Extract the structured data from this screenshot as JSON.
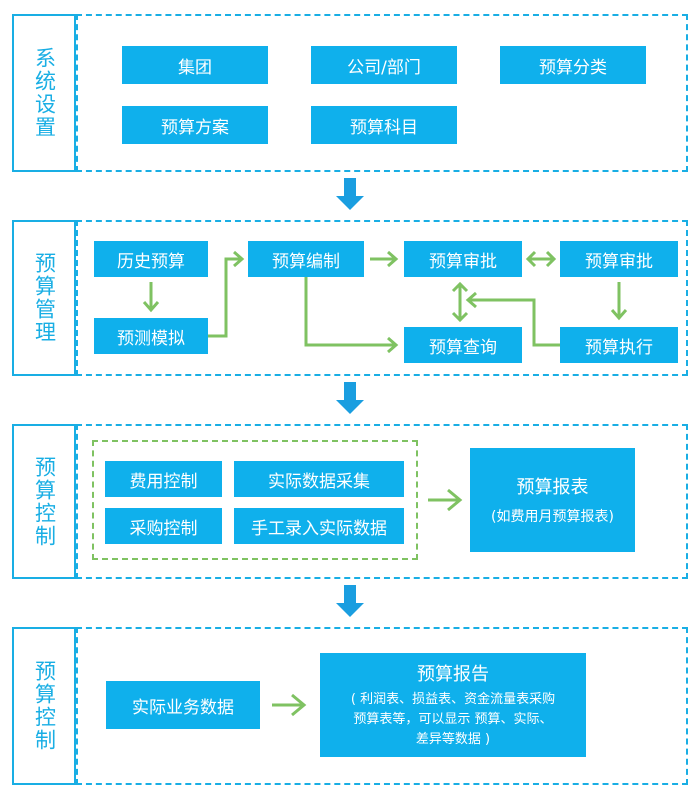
{
  "sections": [
    {
      "label": "系统设置"
    },
    {
      "label": "预算管理"
    },
    {
      "label": "预算控制"
    },
    {
      "label": "预算控制"
    }
  ],
  "setup": {
    "group_label": "集团",
    "company_label": "公司/部门",
    "category_label": "预算分类",
    "plan_label": "预算方案",
    "subject_label": "预算科目"
  },
  "management": {
    "history_label": "历史预算",
    "simulation_label": "预测模拟",
    "compile_label": "预算编制",
    "approve_label": "预算审批",
    "approve2_label": "预算审批",
    "query_label": "预算查询",
    "execute_label": "预算执行"
  },
  "control": {
    "expense_label": "费用控制",
    "actual_collect_label": "实际数据采集",
    "purchase_label": "采购控制",
    "manual_label": "手工录入实际数据",
    "report_title": "预算报表",
    "report_sub": "(如费用月预算报表)"
  },
  "reporting": {
    "business_label": "实际业务数据",
    "report_title": "预算报告",
    "report_sub_1": "( 利润表、损益表、资金流量表采购",
    "report_sub_2": "预算表等，可以显示 预算、实际、",
    "report_sub_3": "差异等数据 )"
  },
  "colors": {
    "blue": "#0fb0ec",
    "border_blue": "#19aee4",
    "arrow_blue": "#1a9ee0",
    "green": "#7fc262"
  }
}
